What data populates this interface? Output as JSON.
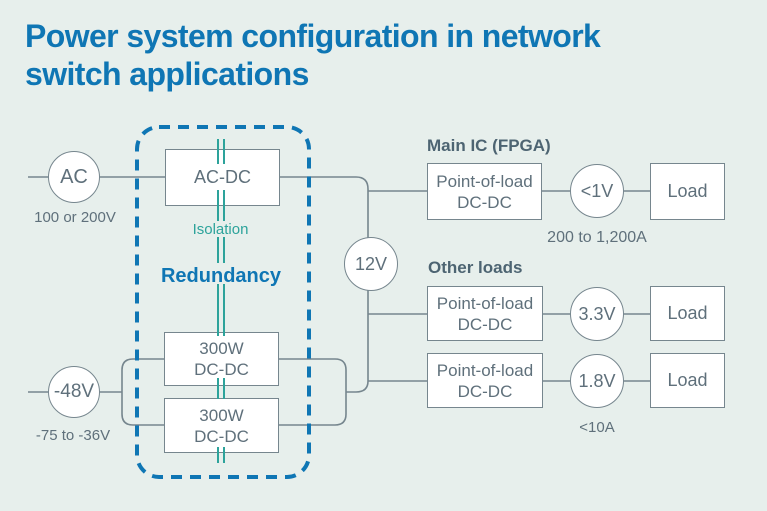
{
  "title": {
    "line1": "Power system configuration in network",
    "line2": "switch applications"
  },
  "colors": {
    "brand": "#0f76b4",
    "teal": "#2da39b",
    "wire": "#76868e",
    "text": "#5f707b",
    "heading": "#4d6472",
    "bg": "#e7efec",
    "node-bg": "#ffffff"
  },
  "inputs": {
    "ac": {
      "label": "AC",
      "caption": "100 or 200V"
    },
    "dc48": {
      "label": "-48V",
      "caption": "-75 to -36V"
    }
  },
  "redundancy": {
    "title": "Redundancy",
    "isolation": "Isolation",
    "acdc": "AC-DC",
    "dcdc_top": "300W\nDC-DC",
    "dcdc_bottom": "300W\nDC-DC"
  },
  "bus": {
    "label": "12V"
  },
  "rails": {
    "main_heading": "Main IC (FPGA)",
    "other_heading": "Other loads",
    "main": {
      "pol": "Point-of-load\nDC-DC",
      "voltage": "<1V",
      "load": "Load",
      "caption": "200 to 1,200A"
    },
    "rail_3v3": {
      "pol": "Point-of-load\nDC-DC",
      "voltage": "3.3V",
      "load": "Load"
    },
    "rail_1v8": {
      "pol": "Point-of-load\nDC-DC",
      "voltage": "1.8V",
      "load": "Load",
      "caption": "<10A"
    }
  }
}
